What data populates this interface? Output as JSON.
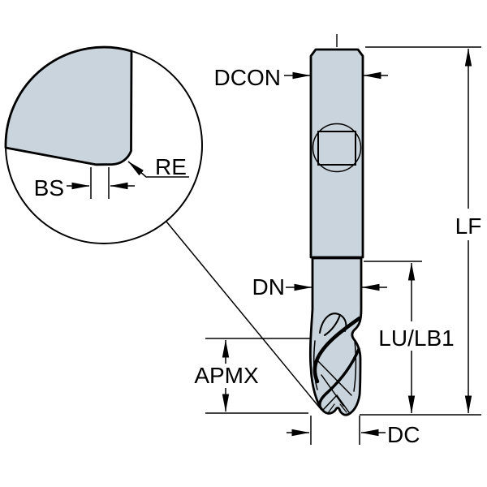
{
  "labels": {
    "dcon": "DCON",
    "lf": "LF",
    "dn": "DN",
    "lu_lb1": "LU/LB1",
    "apmx": "APMX",
    "dc": "DC",
    "bs": "BS",
    "re": "RE"
  },
  "colors": {
    "body_fill": "#c9d4dc",
    "line": "#000000",
    "background": "#ffffff"
  }
}
